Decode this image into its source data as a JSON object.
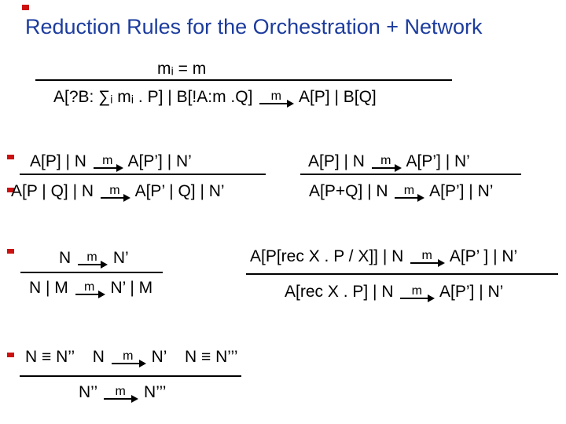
{
  "slide": {
    "title": "Reduction Rules for the Orchestration + Network",
    "title_color": "#1c3c9e",
    "text_color": "#000000",
    "bullet_color": "#cc1111",
    "background": "#ffffff"
  },
  "rules": {
    "communication": {
      "premise": "mᵢ = m",
      "conclusion_left": "A[?B: ∑ᵢ mᵢ . P] | B[!A:m .Q]",
      "arrow_label": "m",
      "conclusion_right": "A[P] | B[Q]"
    },
    "parallel_orchestration": {
      "premise_left": "A[P] | N",
      "premise_arrow": "m",
      "premise_right": "A[P’] | N’",
      "conclusion_left": "A[P | Q] | N",
      "conclusion_arrow": "m",
      "conclusion_right": "A[P’ | Q] | N’"
    },
    "choice": {
      "premise_left": "A[P] | N",
      "premise_arrow": "m",
      "premise_right": "A[P’] | N’",
      "conclusion_left": "A[P+Q] | N",
      "conclusion_arrow": "m",
      "conclusion_right": "A[P’] | N’"
    },
    "parallel_network": {
      "premise_left": "N",
      "premise_arrow": "m",
      "premise_right": "N’",
      "conclusion_left": "N | M",
      "conclusion_arrow": "m",
      "conclusion_right": "N’ | M"
    },
    "recursion": {
      "premise_left": "A[P[rec X . P / X]] | N",
      "premise_arrow": "m",
      "premise_right": "A[P’ ] | N’",
      "conclusion_left": "A[rec X . P] | N",
      "conclusion_arrow": "m",
      "conclusion_right": "A[P’] | N’"
    },
    "structural_congruence": {
      "premise_left": "N ≡ N’’    N",
      "premise_arrow": "m",
      "premise_right": "N’    N ≡ N’’’",
      "conclusion_left": "N’’",
      "conclusion_arrow": "m",
      "conclusion_right": "N’’’"
    }
  }
}
